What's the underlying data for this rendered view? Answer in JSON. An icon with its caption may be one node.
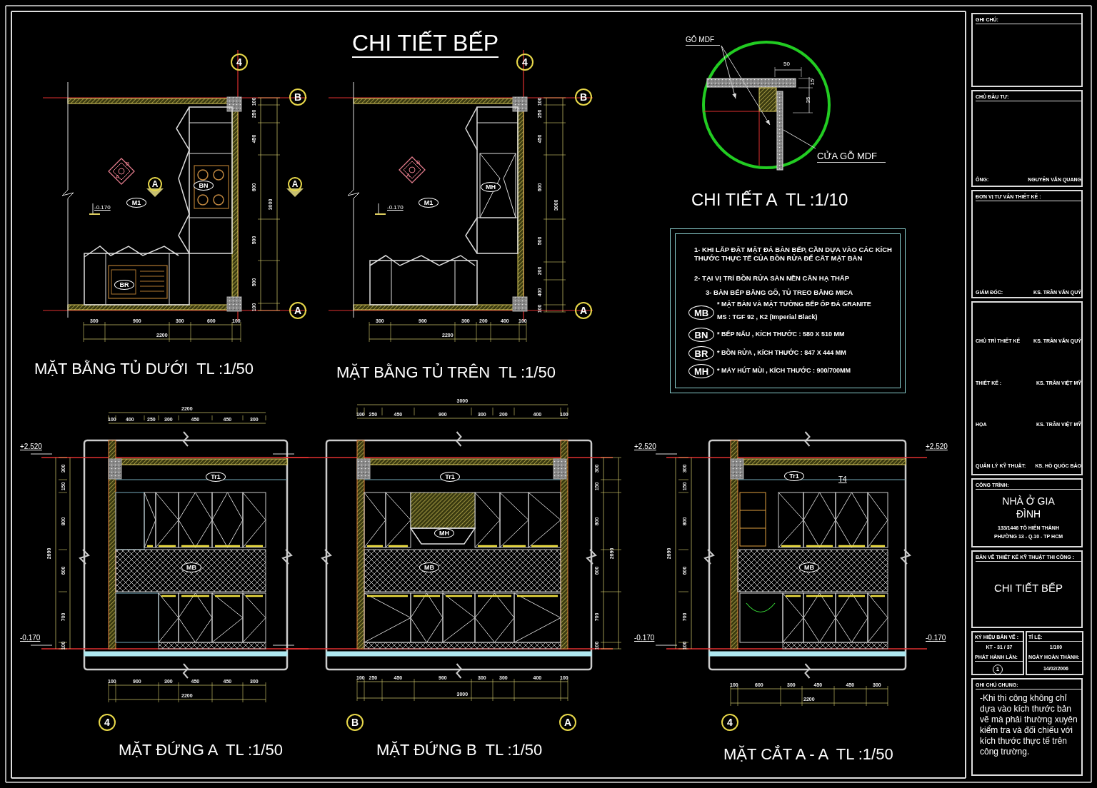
{
  "diagram": {
    "title": "CHI TIẾT BẾP",
    "nodes": [
      {
        "text": [
          "GỖ MDF"
        ]
      },
      {
        "text": [
          "CỬA GỖ MDF"
        ]
      },
      {
        "text": [
          "1- KHI LẮP ĐẶT MẶT ĐÁ BÀN BẾP, CẦN DỰA VÀO CÁC KÍCH THƯỚC THỰC TẾ CỦA BỒN RỬA ĐỂ CẮT MẶT BÀN",
          "2- TẠI VỊ TRÍ BỒN RỬA SÀN NỀN CẦN HẠ THẤP",
          "3- BÀN BẾP BẰNG GỖ, TỦ TREO BẰNG MICA"
        ]
      },
      {
        "text": [
          "MB"
        ],
        "in": 2,
        "beside": [
          "* MẶT BÀN VÀ MẶT TƯỜNG BẾP ỐP ĐÁ GRANITE",
          "MS : TGF 92 , K2 (Imperial Black)"
        ]
      },
      {
        "text": [
          "BN"
        ],
        "in": 2,
        "beside": [
          "* BẾP NẤU , KÍCH THƯỚC : 580 X 510 MM"
        ]
      },
      {
        "text": [
          "BR"
        ],
        "in": 2,
        "beside": [
          "* BỒN RỬA , KÍCH THƯỚC : 847 X 444 MM"
        ]
      },
      {
        "text": [
          "MH"
        ],
        "in": 2,
        "beside": [
          "* MÁY HÚT MÙI , KÍCH THƯỚC : 900/700MM"
        ]
      },
      {
        "text": [
          "GHI CHÚ:"
        ]
      },
      {
        "text": [
          "CHỦ ĐẦU TƯ:",
          "ÔNG:",
          "NGUYỄN VĂN QUANG"
        ]
      },
      {
        "text": [
          "ĐƠN VỊ TƯ VẤN THIẾT KẾ :",
          "GIÁM ĐỐC:",
          "KS. TRẦN VĂN QUÝ"
        ]
      },
      {
        "text": [
          "CHỦ TRÌ THIẾT KẾ",
          "KS. TRẦN VĂN QUÝ",
          "THIẾT KẾ :",
          "KS. TRẦN VIỆT MỸ",
          "HỌA",
          "KS. TRẦN VIỆT MỸ",
          "QUẢN LÝ KỸ THUẬT:",
          "KS. HỒ QUỐC BẢO"
        ]
      },
      {
        "text": [
          "CÔNG TRÌNH:",
          "NHÀ Ở GIA ĐÌNH",
          "133/1446 TÔ HIẾN THÀNH",
          "PHƯỜNG 13 - Q.10 - TP HCM"
        ]
      },
      {
        "text": [
          "BẢN VẼ THIẾT KẾ KỸ THUẬT THI CÔNG :",
          "CHI TIẾT BẾP"
        ]
      },
      {
        "text": [
          "KÝ HIỆU BẢN VẼ :",
          "KT - 31 / 37",
          "PHÁT HÀNH LẦN:",
          "1"
        ]
      },
      {
        "text": [
          "TỈ LỆ:",
          "1/100",
          "NGÀY HOÀN THÀNH:",
          "14/02/2006"
        ]
      },
      {
        "text": [
          "GHI CHÚ CHUNG:",
          "-Khi thi công không chỉ dựa vào kích thước bản vẽ mà phải thường xuyên kiểm tra và đối chiếu với kích thước thực tế trên công trường."
        ]
      },
      {
        "text": [
          "4"
        ]
      },
      {
        "text": [
          "B"
        ]
      },
      {
        "text": [
          "A"
        ]
      },
      {
        "text": [
          "4"
        ]
      },
      {
        "text": [
          "B"
        ]
      },
      {
        "text": [
          "A"
        ]
      },
      {
        "text": [
          "4"
        ]
      },
      {
        "text": [
          "B"
        ]
      },
      {
        "text": [
          "A"
        ]
      },
      {
        "text": [
          "4"
        ]
      },
      {
        "text": [
          "A"
        ]
      },
      {
        "text": [
          "A"
        ]
      },
      {
        "text": [
          "BN"
        ]
      },
      {
        "text": [
          "BR"
        ]
      },
      {
        "text": [
          "M1"
        ]
      },
      {
        "text": [
          "MH"
        ]
      },
      {
        "text": [
          "M1"
        ]
      },
      {
        "text": [
          "Tr1"
        ]
      },
      {
        "text": [
          "MB"
        ]
      },
      {
        "text": [
          "Tr1"
        ]
      },
      {
        "text": [
          "MH"
        ]
      },
      {
        "text": [
          "MB"
        ]
      },
      {
        "text": [
          "Tr1"
        ]
      },
      {
        "text": [
          "MB"
        ]
      }
    ],
    "edges": [
      {
        "from": 0,
        "to": null,
        "arrow": "to"
      },
      {
        "from": 0,
        "to": null,
        "arrow": "to"
      },
      {
        "from": 1,
        "to": null,
        "arrow": "none"
      }
    ],
    "labels": [
      "B",
      "A",
      "-0.170",
      "300",
      "900",
      "300",
      "600",
      "100",
      "2200",
      "100",
      "250",
      "450",
      "600",
      "500",
      "500",
      "100",
      "3000",
      "MẶT BẰNG TỦ DƯỚI  TL :1/50",
      "B",
      "A",
      "-0.170",
      "300",
      "900",
      "300",
      "200",
      "400",
      "100",
      "2200",
      "100",
      "250",
      "450",
      "600",
      "500",
      "200",
      "400",
      "100",
      "3000",
      "MẶT BẰNG TỦ TRÊN  TL :1/50",
      "50",
      "15",
      "35",
      "CHI TIẾT A  TL :1/10",
      "2200",
      "100",
      "400",
      "250",
      "300",
      "450",
      "450",
      "300",
      "+2.520",
      "-0.170",
      "300",
      "150",
      "800",
      "600",
      "700",
      "100",
      "2690",
      "100",
      "900",
      "300",
      "450",
      "450",
      "300",
      "2200",
      "MẶT ĐỨNG A  TL :1/50",
      "3000",
      "100",
      "250",
      "450",
      "900",
      "300",
      "200",
      "400",
      "100",
      "+2.520",
      "-0.170",
      "300",
      "150",
      "800",
      "600",
      "700",
      "100",
      "2690",
      "100",
      "250",
      "450",
      "900",
      "300",
      "300",
      "400",
      "100",
      "3000",
      "MẶT ĐỨNG B  TL :1/50",
      "+2.520",
      "-0.170",
      "300",
      "150",
      "800",
      "600",
      "700",
      "100",
      "2690",
      "100",
      "600",
      "300",
      "450",
      "450",
      "300",
      "2200",
      "MẶT CẮT A - A  TL :1/50",
      "T4"
    ]
  }
}
